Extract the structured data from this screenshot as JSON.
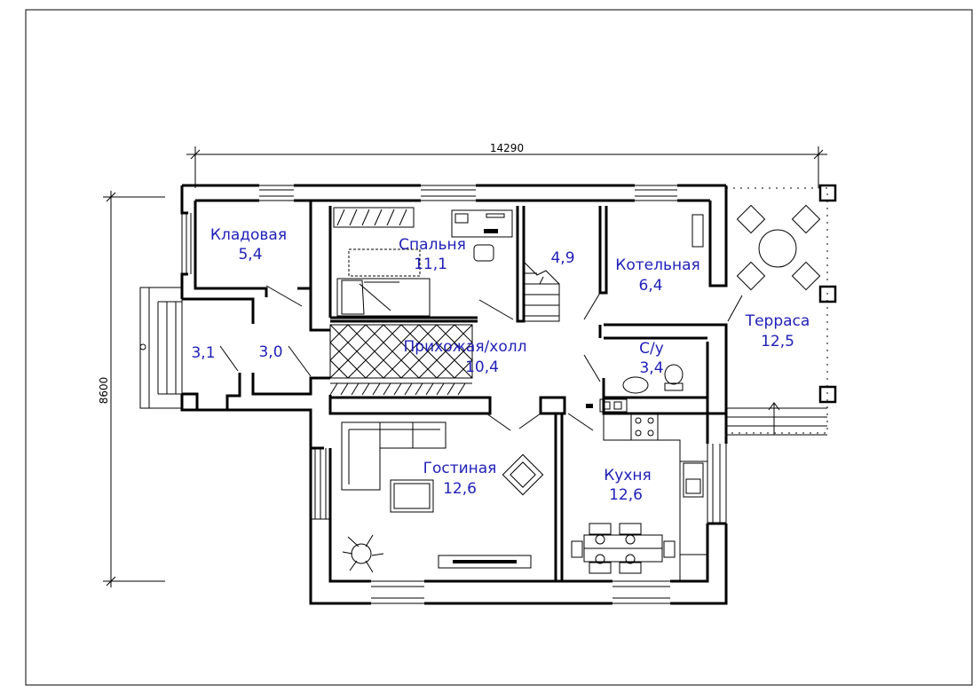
{
  "dimensions": {
    "width": "14290",
    "height": "8600"
  },
  "rooms": [
    {
      "id": "storage",
      "name": "Кладовая",
      "area": "5,4"
    },
    {
      "id": "bedroom",
      "name": "Спальня",
      "area": "11,1"
    },
    {
      "id": "stair",
      "name": "",
      "area": "4,9"
    },
    {
      "id": "boiler",
      "name": "Котельная",
      "area": "6,4"
    },
    {
      "id": "terrace",
      "name": "Терраса",
      "area": "12,5"
    },
    {
      "id": "vestibule",
      "name": "",
      "area": "3,1"
    },
    {
      "id": "corridor",
      "name": "",
      "area": "3,0"
    },
    {
      "id": "hall",
      "name": "Прихожая/холл",
      "area": "10,4"
    },
    {
      "id": "bathroom",
      "name": "С/у",
      "area": "3,4"
    },
    {
      "id": "living",
      "name": "Гостиная",
      "area": "12,6"
    },
    {
      "id": "kitchen",
      "name": "Кухня",
      "area": "12,6"
    }
  ]
}
